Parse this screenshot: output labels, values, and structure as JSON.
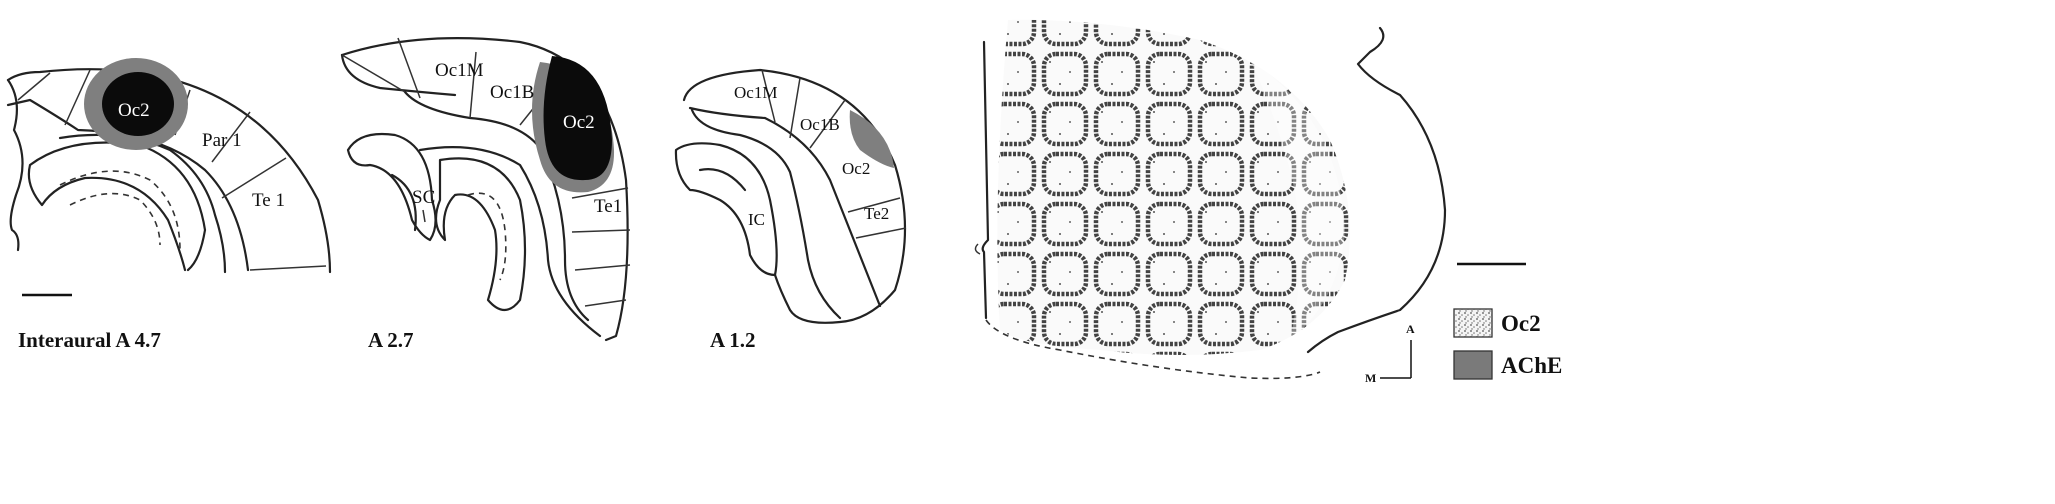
{
  "panels": [
    {
      "caption": "Interaural A 4.7",
      "labels": {
        "oc2": "Oc2",
        "par1": "Par 1",
        "te1": "Te 1"
      }
    },
    {
      "caption": "A 2.7",
      "labels": {
        "oc1m": "Oc1M",
        "oc1b": "Oc1B",
        "oc2": "Oc2",
        "te1": "Te1",
        "sc": "SC"
      }
    },
    {
      "caption": "A 1.2",
      "labels": {
        "oc1m": "Oc1M",
        "oc1b": "Oc1B",
        "oc2": "Oc2",
        "te2": "Te2",
        "ic": "IC"
      }
    }
  ],
  "orientation": {
    "anterior": "A",
    "medial": "M"
  },
  "legend": [
    {
      "label": "Oc2",
      "pattern": "stippled",
      "color": "#cfcfcf"
    },
    {
      "label": "AChE",
      "pattern": "solid",
      "color": "#7a7a7a"
    }
  ],
  "colors": {
    "ache_gray": "#7f7f7f",
    "core_black": "#0b0b0b",
    "line": "#222222"
  }
}
